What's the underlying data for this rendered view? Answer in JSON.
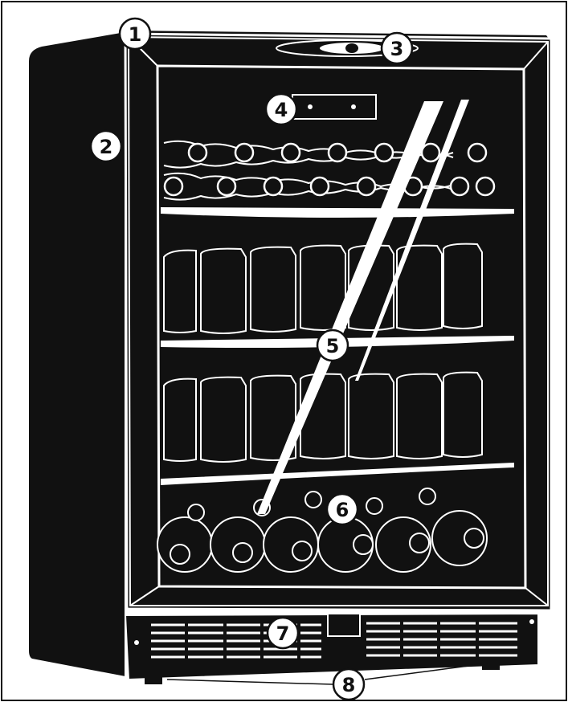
{
  "figure": {
    "subject": "beverage-cooler",
    "colors": {
      "background": "#ffffff",
      "body": "#111111",
      "outline": "#ffffff",
      "trim": "#e6e6e6",
      "callout_fill": "#ffffff",
      "callout_stroke": "#111111"
    }
  },
  "callouts": [
    {
      "id": "c1",
      "label": "1"
    },
    {
      "id": "c2",
      "label": "2"
    },
    {
      "id": "c3",
      "label": "3"
    },
    {
      "id": "c4",
      "label": "4"
    },
    {
      "id": "c5",
      "label": "5"
    },
    {
      "id": "c6",
      "label": "6"
    },
    {
      "id": "c7",
      "label": "7"
    },
    {
      "id": "c8",
      "label": "8"
    }
  ]
}
